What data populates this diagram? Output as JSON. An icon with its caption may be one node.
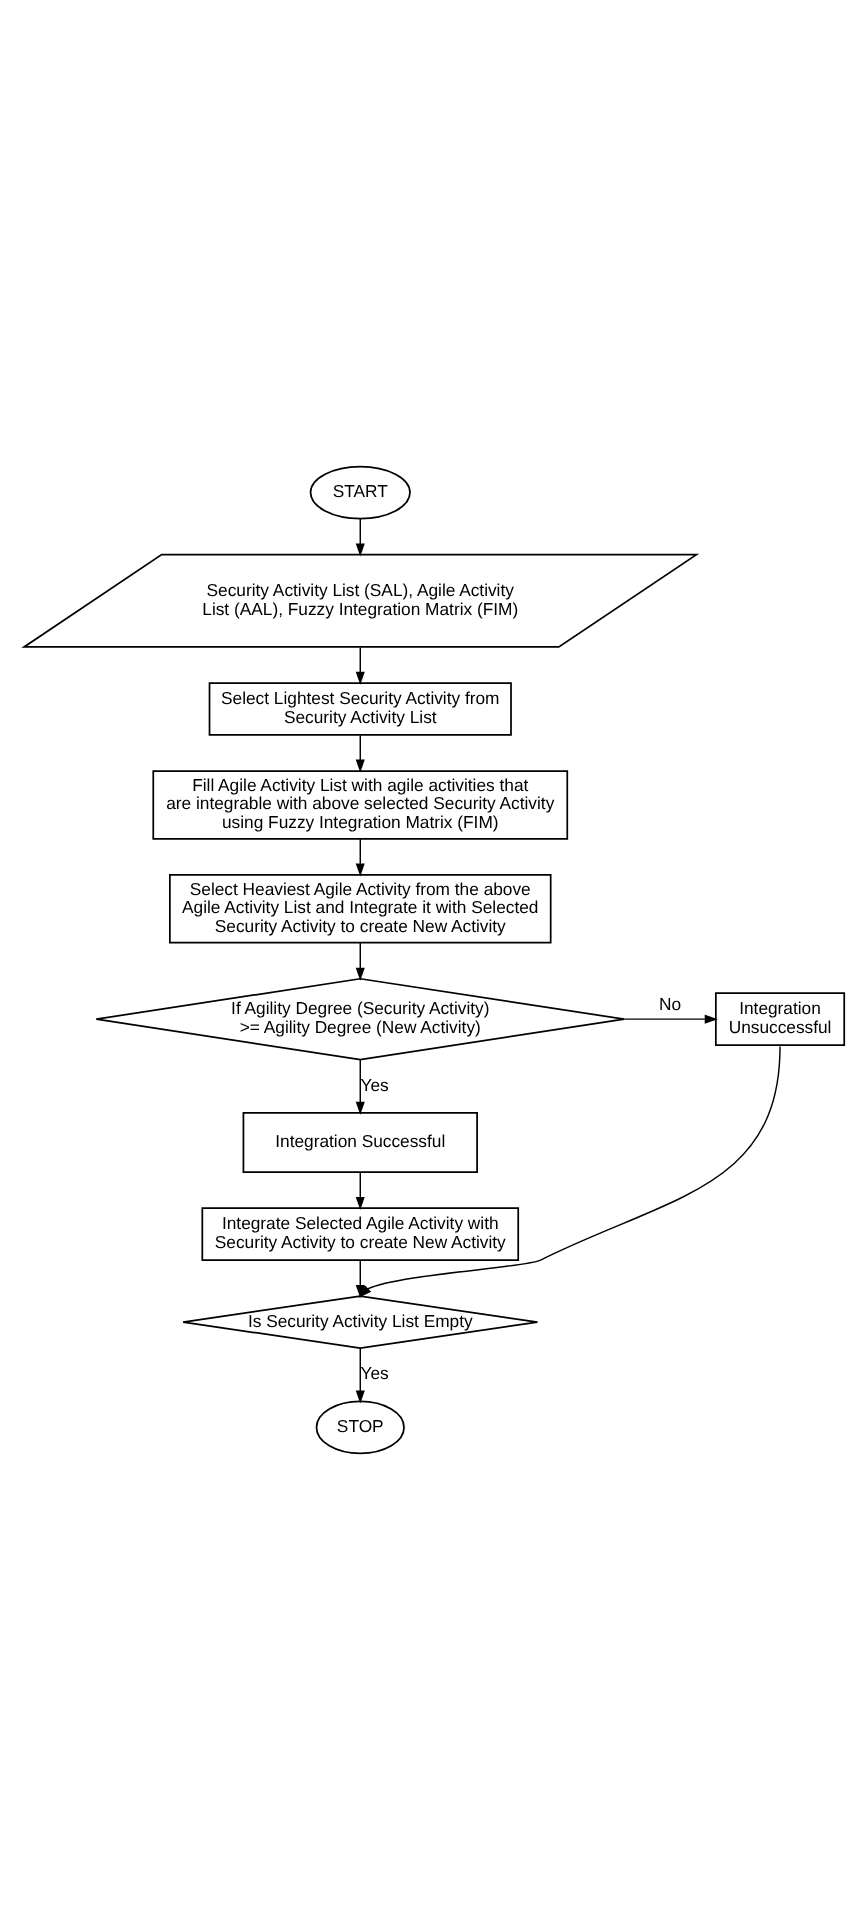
{
  "diagram": {
    "nodes": [
      {
        "text": [
          "START"
        ]
      },
      {
        "text": [
          "Security Activity List (SAL), Agile Activity List (AAL), Fuzzy Integration Matrix (FIM)"
        ]
      },
      {
        "text": [
          "Select Lightest Security Activity from Security Activity List"
        ]
      },
      {
        "text": [
          "Fill Agile Activity List with agile activities that are integrable with above selected Security Activity using Fuzzy Integration Matrix (FIM)"
        ]
      },
      {
        "text": [
          "Select Heaviest Agile Activity from the above Agile Activity List and Integrate it with Selected Security Activity to create New Activity"
        ]
      },
      {
        "text": [
          "If Agility Degree (Security Activity) >= Agility Degree (New Activity)"
        ]
      },
      {
        "text": [
          "Integration Unsuccessful"
        ]
      },
      {
        "text": [
          "Integration Successful"
        ]
      },
      {
        "text": [
          "Integrate Selected Agile Activity with Security Activity to create New Activity"
        ]
      },
      {
        "text": [
          "Is Security Activity List Empty"
        ]
      },
      {
        "text": [
          "STOP"
        ]
      }
    ],
    "edges": [
      {
        "from": 0,
        "to": 1,
        "arrow": "to"
      },
      {
        "from": 1,
        "to": 2,
        "arrow": "to"
      },
      {
        "from": 2,
        "to": 3,
        "arrow": "to"
      },
      {
        "from": 3,
        "to": 4,
        "arrow": "to"
      },
      {
        "from": 4,
        "to": 5,
        "arrow": "to"
      },
      {
        "from": 5,
        "to": 6,
        "label": "No",
        "arrow": "to"
      },
      {
        "from": 5,
        "to": 7,
        "label": "Yes",
        "arrow": "to"
      },
      {
        "from": 7,
        "to": 8,
        "arrow": "to"
      },
      {
        "from": 8,
        "to": 9,
        "arrow": "to"
      },
      {
        "from": 6,
        "to": 9,
        "arrow": "to"
      },
      {
        "from": 9,
        "to": 10,
        "label": "Yes",
        "arrow": "to"
      }
    ]
  }
}
